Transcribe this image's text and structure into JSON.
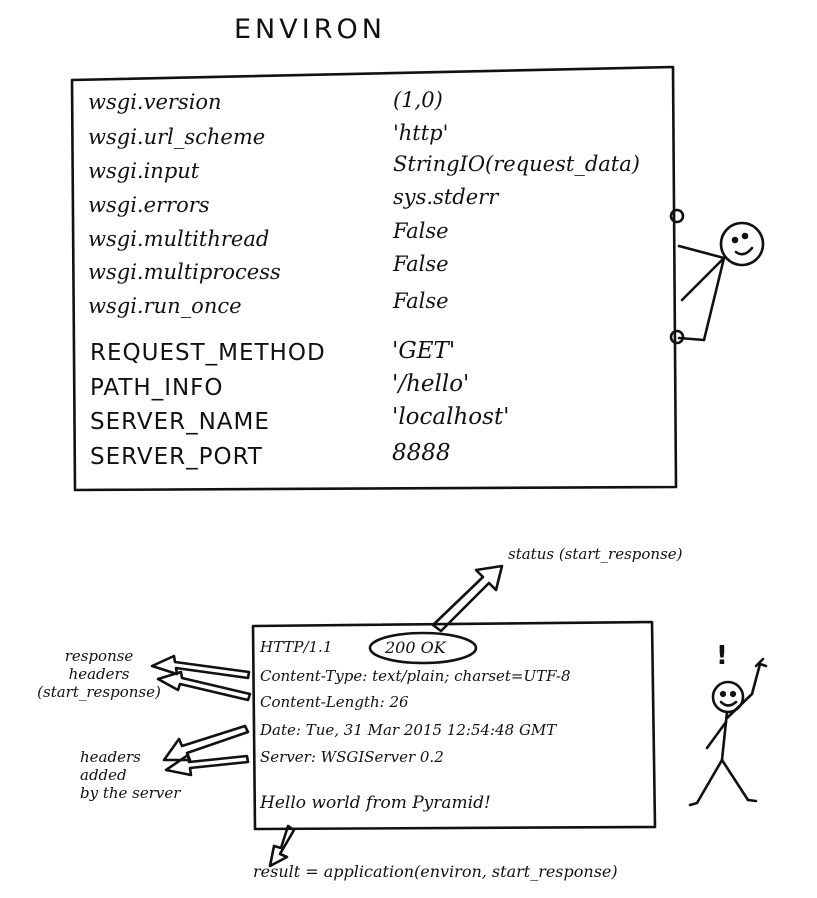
{
  "environ": {
    "title": "ENVIRON",
    "wsgi": [
      {
        "key": "wsgi.version",
        "value": "(1,0)"
      },
      {
        "key": "wsgi.url_scheme",
        "value": "'http'"
      },
      {
        "key": "wsgi.input",
        "value": "StringIO(request_data)"
      },
      {
        "key": "wsgi.errors",
        "value": "sys.stderr"
      },
      {
        "key": "wsgi.multithread",
        "value": "False"
      },
      {
        "key": "wsgi.multiprocess",
        "value": "False"
      },
      {
        "key": "wsgi.run_once",
        "value": "False"
      }
    ],
    "cgi": [
      {
        "key": "REQUEST_METHOD",
        "value": "'GET'"
      },
      {
        "key": "PATH_INFO",
        "value": "'/hello'"
      },
      {
        "key": "SERVER_NAME",
        "value": "'localhost'"
      },
      {
        "key": "SERVER_PORT",
        "value": "8888"
      }
    ]
  },
  "response": {
    "status_line_prefix": "HTTP/1.1",
    "status": "200 OK",
    "headers": [
      "Content-Type: text/plain; charset=UTF-8",
      "Content-Length: 26",
      "Date: Tue, 31 Mar 2015 12:54:48 GMT",
      "Server: WSGIServer 0.2"
    ],
    "body": "Hello world from Pyramid!"
  },
  "annotations": {
    "status": "status (start_response)",
    "response_headers": [
      "response",
      "headers",
      "(start_response)"
    ],
    "server_headers": [
      "headers",
      "added",
      "by the server"
    ],
    "result": "result = application(environ, start_response)",
    "exclaim": "!"
  }
}
